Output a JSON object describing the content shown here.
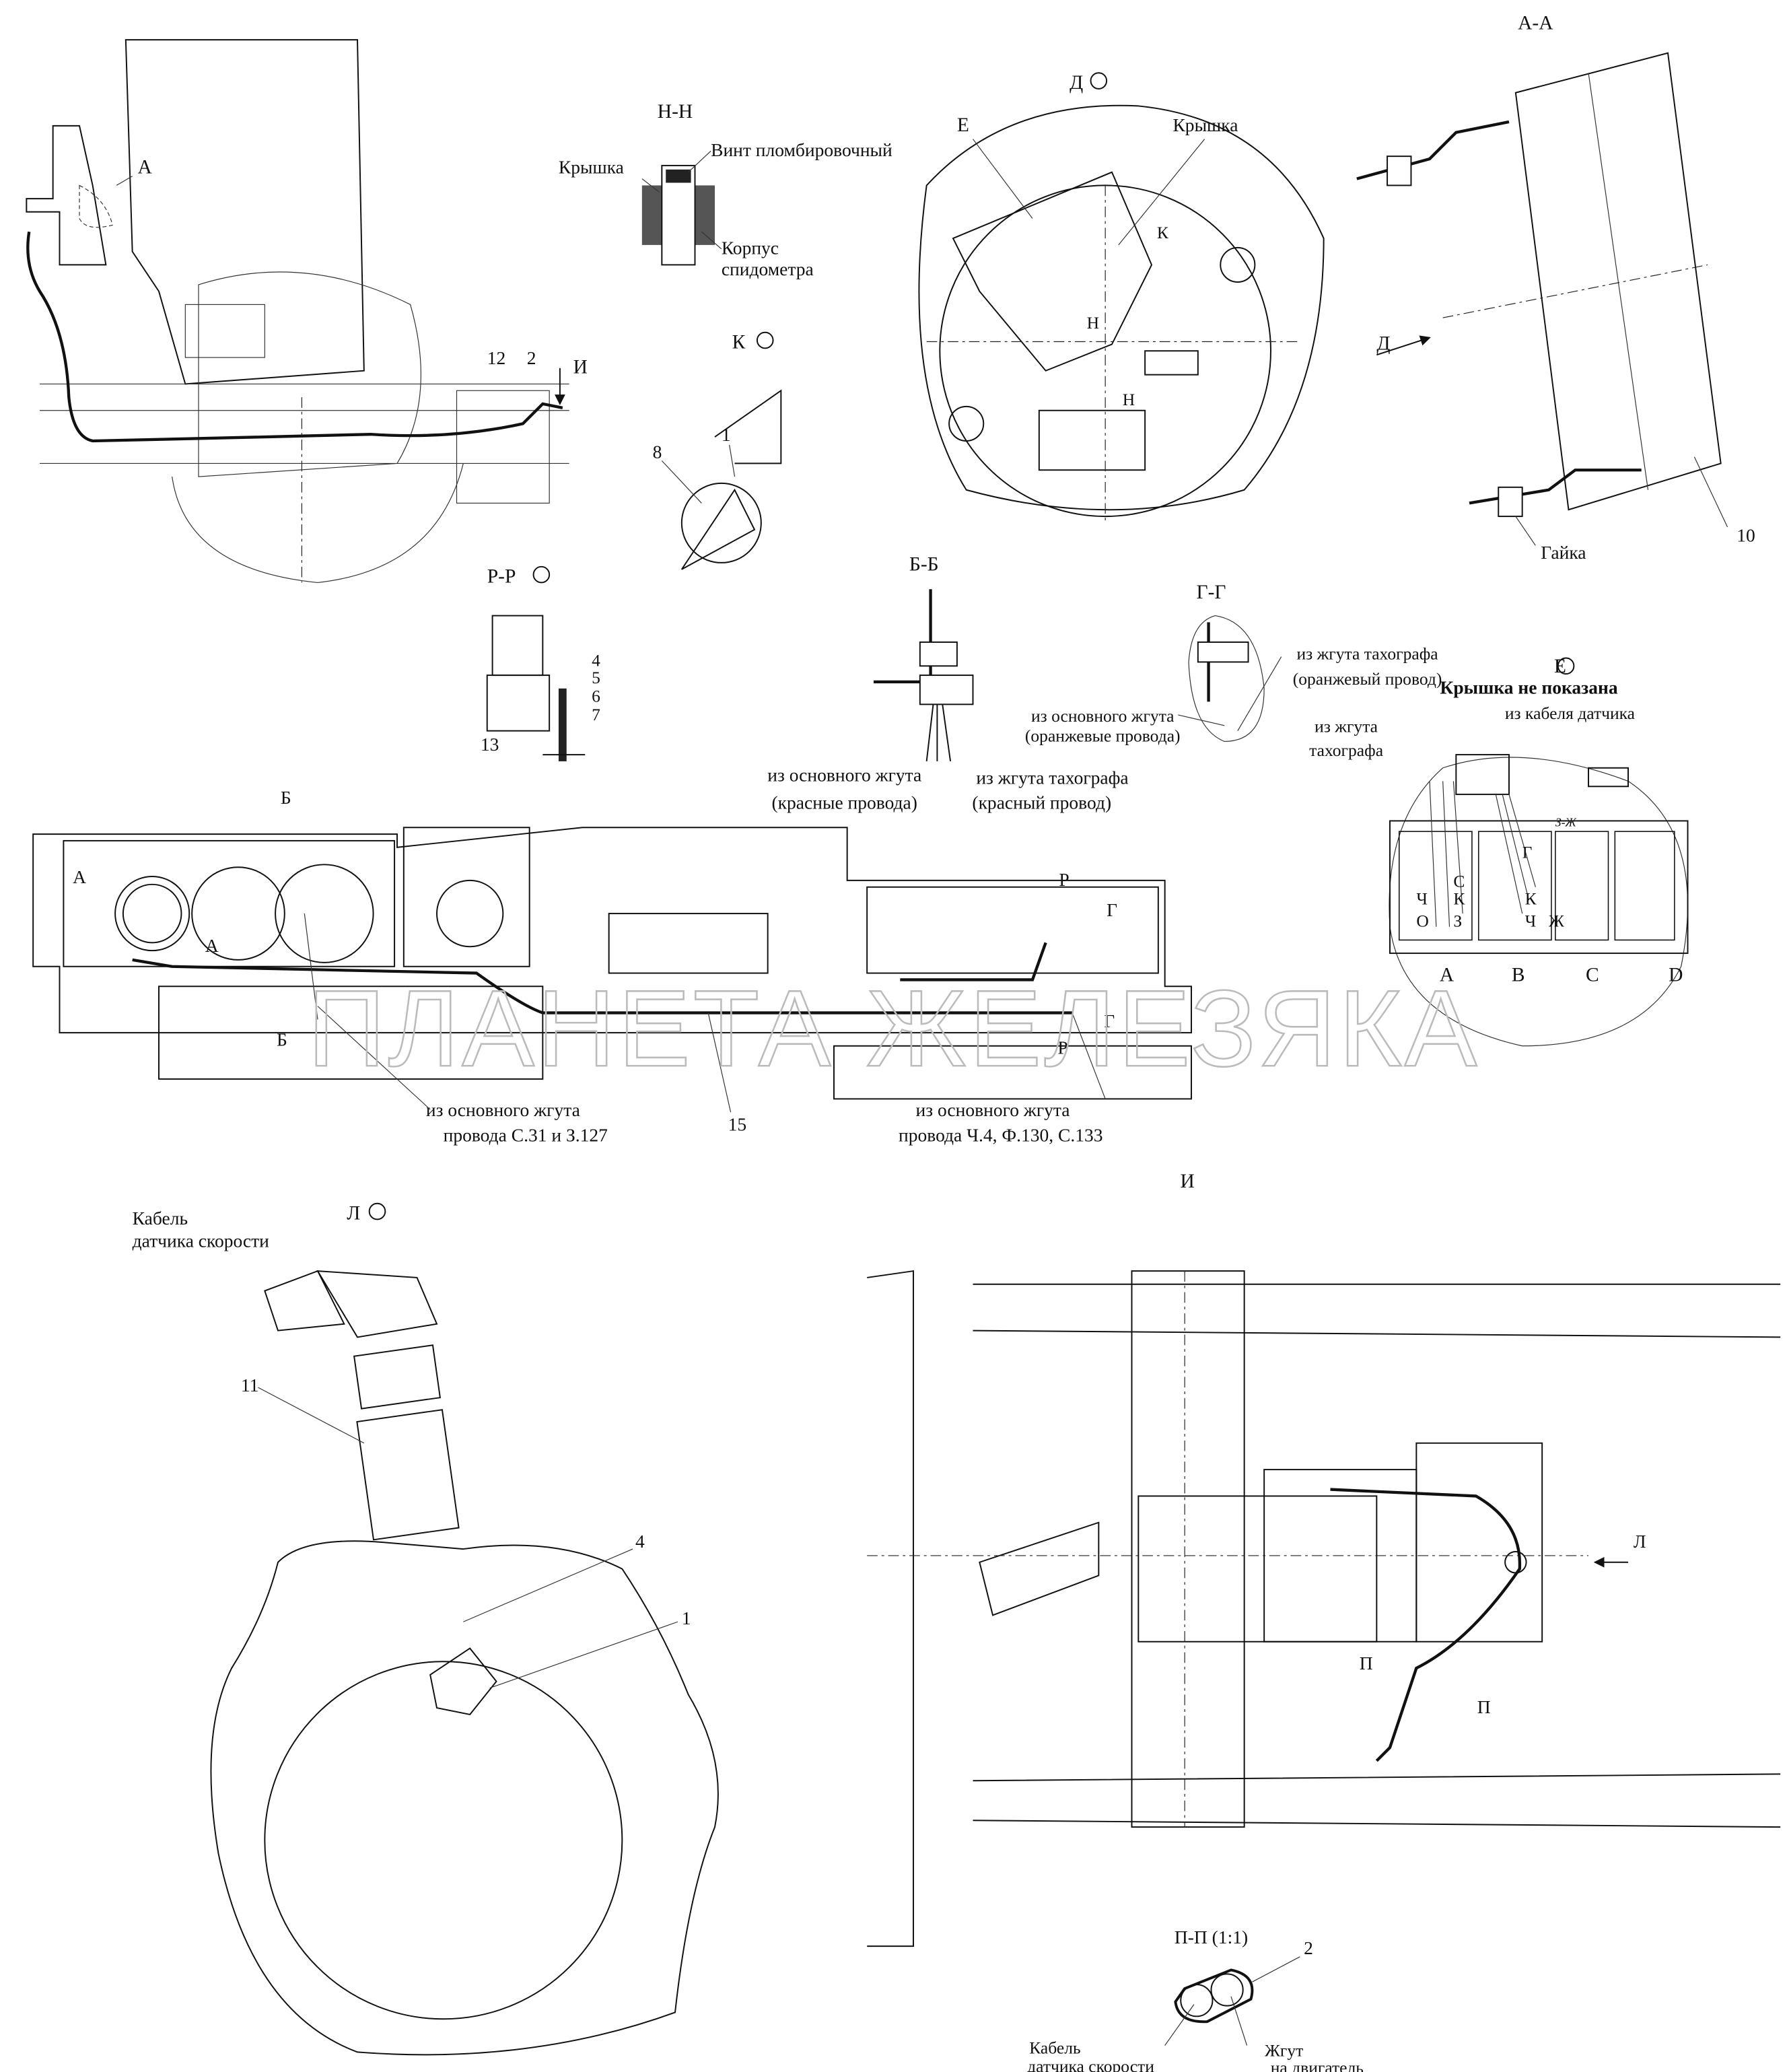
{
  "views": {
    "aa": {
      "title": "А-А",
      "nut": "Гайка",
      "num10": "10",
      "arrow_d": "Д"
    },
    "d": {
      "title": "Д",
      "e": "Е",
      "cover": "Крышка",
      "k": "К",
      "h1": "Н",
      "h2": "Н"
    },
    "hh": {
      "title": "Н-Н",
      "screw": "Винт пломбировочный",
      "cover": "Крышка",
      "body1": "Корпус",
      "body2": "спидометра"
    },
    "side": {
      "a": "А",
      "i": "И",
      "n12": "12",
      "n2": "2"
    },
    "k": {
      "title": "К",
      "n1": "1",
      "n8": "8"
    },
    "pp_section": {
      "title": "Р-Р",
      "n4": "4",
      "n5": "5",
      "n6": "6",
      "n7": "7",
      "n13": "13"
    },
    "bb": {
      "title": "Б-Б",
      "main1": "из основного жгута",
      "main2": "(красные провода)",
      "tach1": "из жгута тахографа",
      "tach2": "(красный провод)"
    },
    "gg": {
      "title": "Г-Г",
      "tach1": "из жгута тахографа",
      "tach2": "(оранжевый провод)",
      "main1": "из основного жгута",
      "main2": "(оранжевые провода)"
    },
    "e": {
      "title": "Е",
      "note": "Крышка не показана",
      "sensor": "из кабеля датчика",
      "tach1": "из жгута",
      "tach2": "тахографа",
      "pins": [
        "С",
        "Ч",
        "К",
        "О",
        "З",
        "Г",
        "К",
        "Ч",
        "Ж"
      ],
      "wire_label": "З-Ж",
      "blocks": [
        "A",
        "B",
        "C",
        "D"
      ]
    },
    "dash": {
      "b_top": "Б",
      "b_bot": "Б",
      "a1": "А",
      "a2": "А",
      "p_top": "Р",
      "p_bot": "Р",
      "g_top": "Г",
      "g_bot": "Г",
      "left1": "из основного жгута",
      "left2": "провода С.31 и З.127",
      "n15": "15",
      "right1": "из основного жгута",
      "right2": "провода Ч.4, Ф.130, С.133"
    },
    "l": {
      "title": "Л",
      "cable1": "Кабель",
      "cable2": "датчика скорости",
      "n11": "11",
      "n4": "4",
      "n1": "1"
    },
    "i": {
      "title": "И",
      "l": "Л",
      "p1": "П",
      "p2": "П"
    },
    "pp": {
      "title": "П-П (1:1)",
      "n2": "2",
      "cable1": "Кабель",
      "cable2": "датчика скорости",
      "harness1": "Жгут",
      "harness2": "на двигатель"
    }
  },
  "watermark": "ПЛАНЕТА ЖЕЛЕЗЯКА"
}
